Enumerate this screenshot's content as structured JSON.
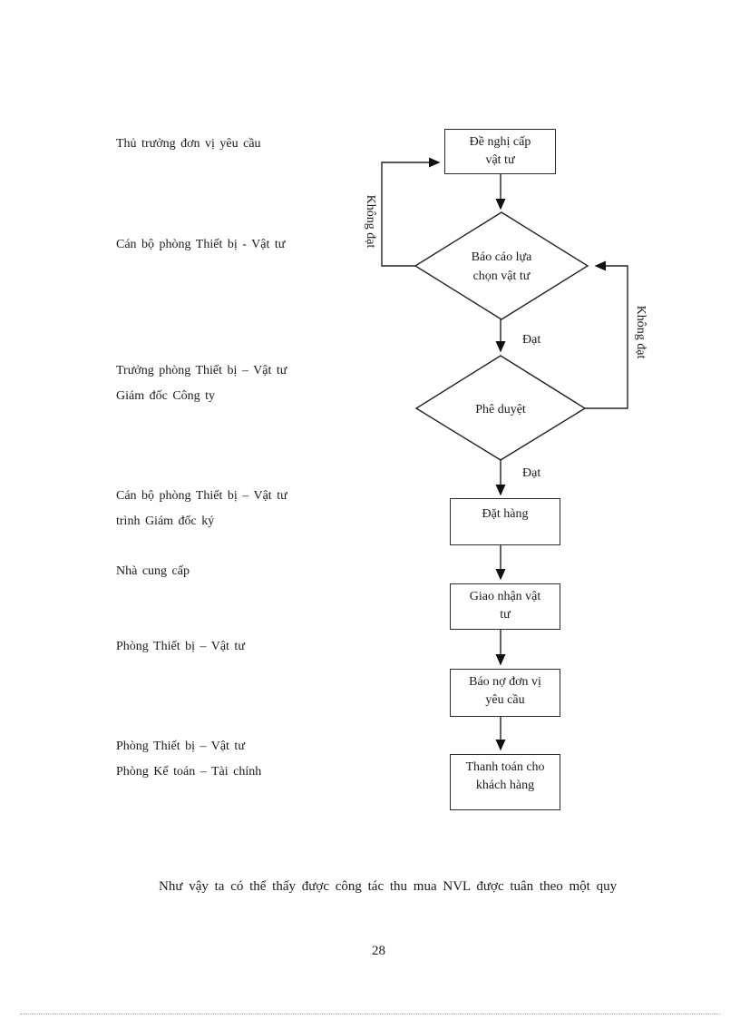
{
  "colors": {
    "line": "#222222",
    "text": "#1a1a1a",
    "background": "#ffffff"
  },
  "flowchart": {
    "actors": [
      {
        "lines": [
          "Thủ trưởng đơn vị yêu cầu"
        ]
      },
      {
        "lines": [
          "Cán bộ phòng Thiết bị - Vật tư"
        ]
      },
      {
        "lines": [
          "Trưởng phòng Thiết bị – Vật tư",
          "Giám đốc Công ty"
        ]
      },
      {
        "lines": [
          "Cán bộ phòng Thiết bị – Vật tư",
          "trình Giám đốc ký"
        ]
      },
      {
        "lines": [
          "Nhà cung cấp"
        ]
      },
      {
        "lines": [
          "Phòng Thiết bị – Vật tư"
        ]
      },
      {
        "lines": [
          "Phòng Thiết bị – Vật tư",
          "Phòng Kế toán – Tài chính"
        ]
      }
    ],
    "nodes": {
      "request": {
        "lines": [
          "Đề nghị cấp",
          "vật tư"
        ]
      },
      "report": {
        "lines": [
          "Báo cáo lựa",
          "chọn vật tư"
        ]
      },
      "approve": {
        "lines": [
          "Phê duyệt"
        ]
      },
      "order": {
        "lines": [
          "Đặt hàng"
        ]
      },
      "receive": {
        "lines": [
          "Giao nhận vật",
          "tư"
        ]
      },
      "debt": {
        "lines": [
          "Báo nợ đơn vị",
          "yêu cầu"
        ]
      },
      "payment": {
        "lines": [
          "Thanh toán cho",
          "khách hàng"
        ]
      }
    },
    "edges": {
      "not_pass_left": "Không đạt",
      "not_pass_right": "Không đạt",
      "pass_top": "Đạt",
      "pass_bottom": "Đạt"
    }
  },
  "document": {
    "body_text": "Như vậy ta có thể thấy được công tác thu mua NVL được tuân theo một quy",
    "page_number": "28"
  }
}
